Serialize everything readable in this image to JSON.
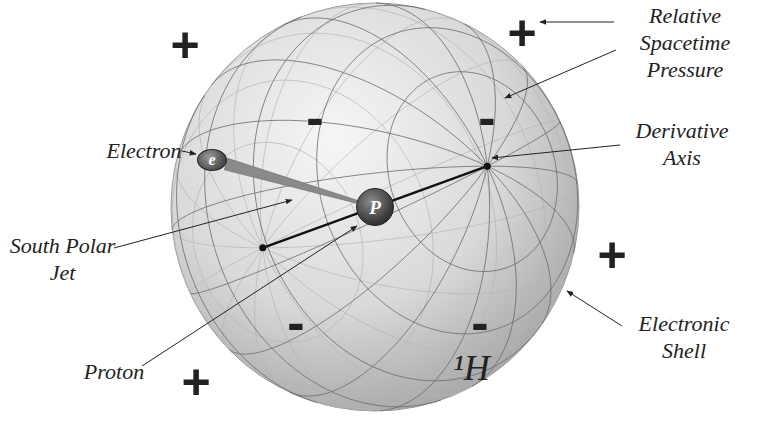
{
  "diagram": {
    "nodes": [
      {
        "text": [
          "¹H"
        ]
      },
      {
        "text": [
          "e"
        ],
        "in": 0
      },
      {
        "text": [
          "P"
        ],
        "in": 0
      }
    ],
    "edges": [
      {
        "from": 1,
        "to": 2,
        "arrow": "none"
      }
    ],
    "labels": [
      "+",
      "+",
      "Relative Spacetime Pressure",
      "Electron",
      "-",
      "-",
      "Derivative Axis",
      "South Polar Jet",
      "+",
      "-",
      "-",
      "Electronic Shell",
      "Proton",
      "+"
    ]
  }
}
